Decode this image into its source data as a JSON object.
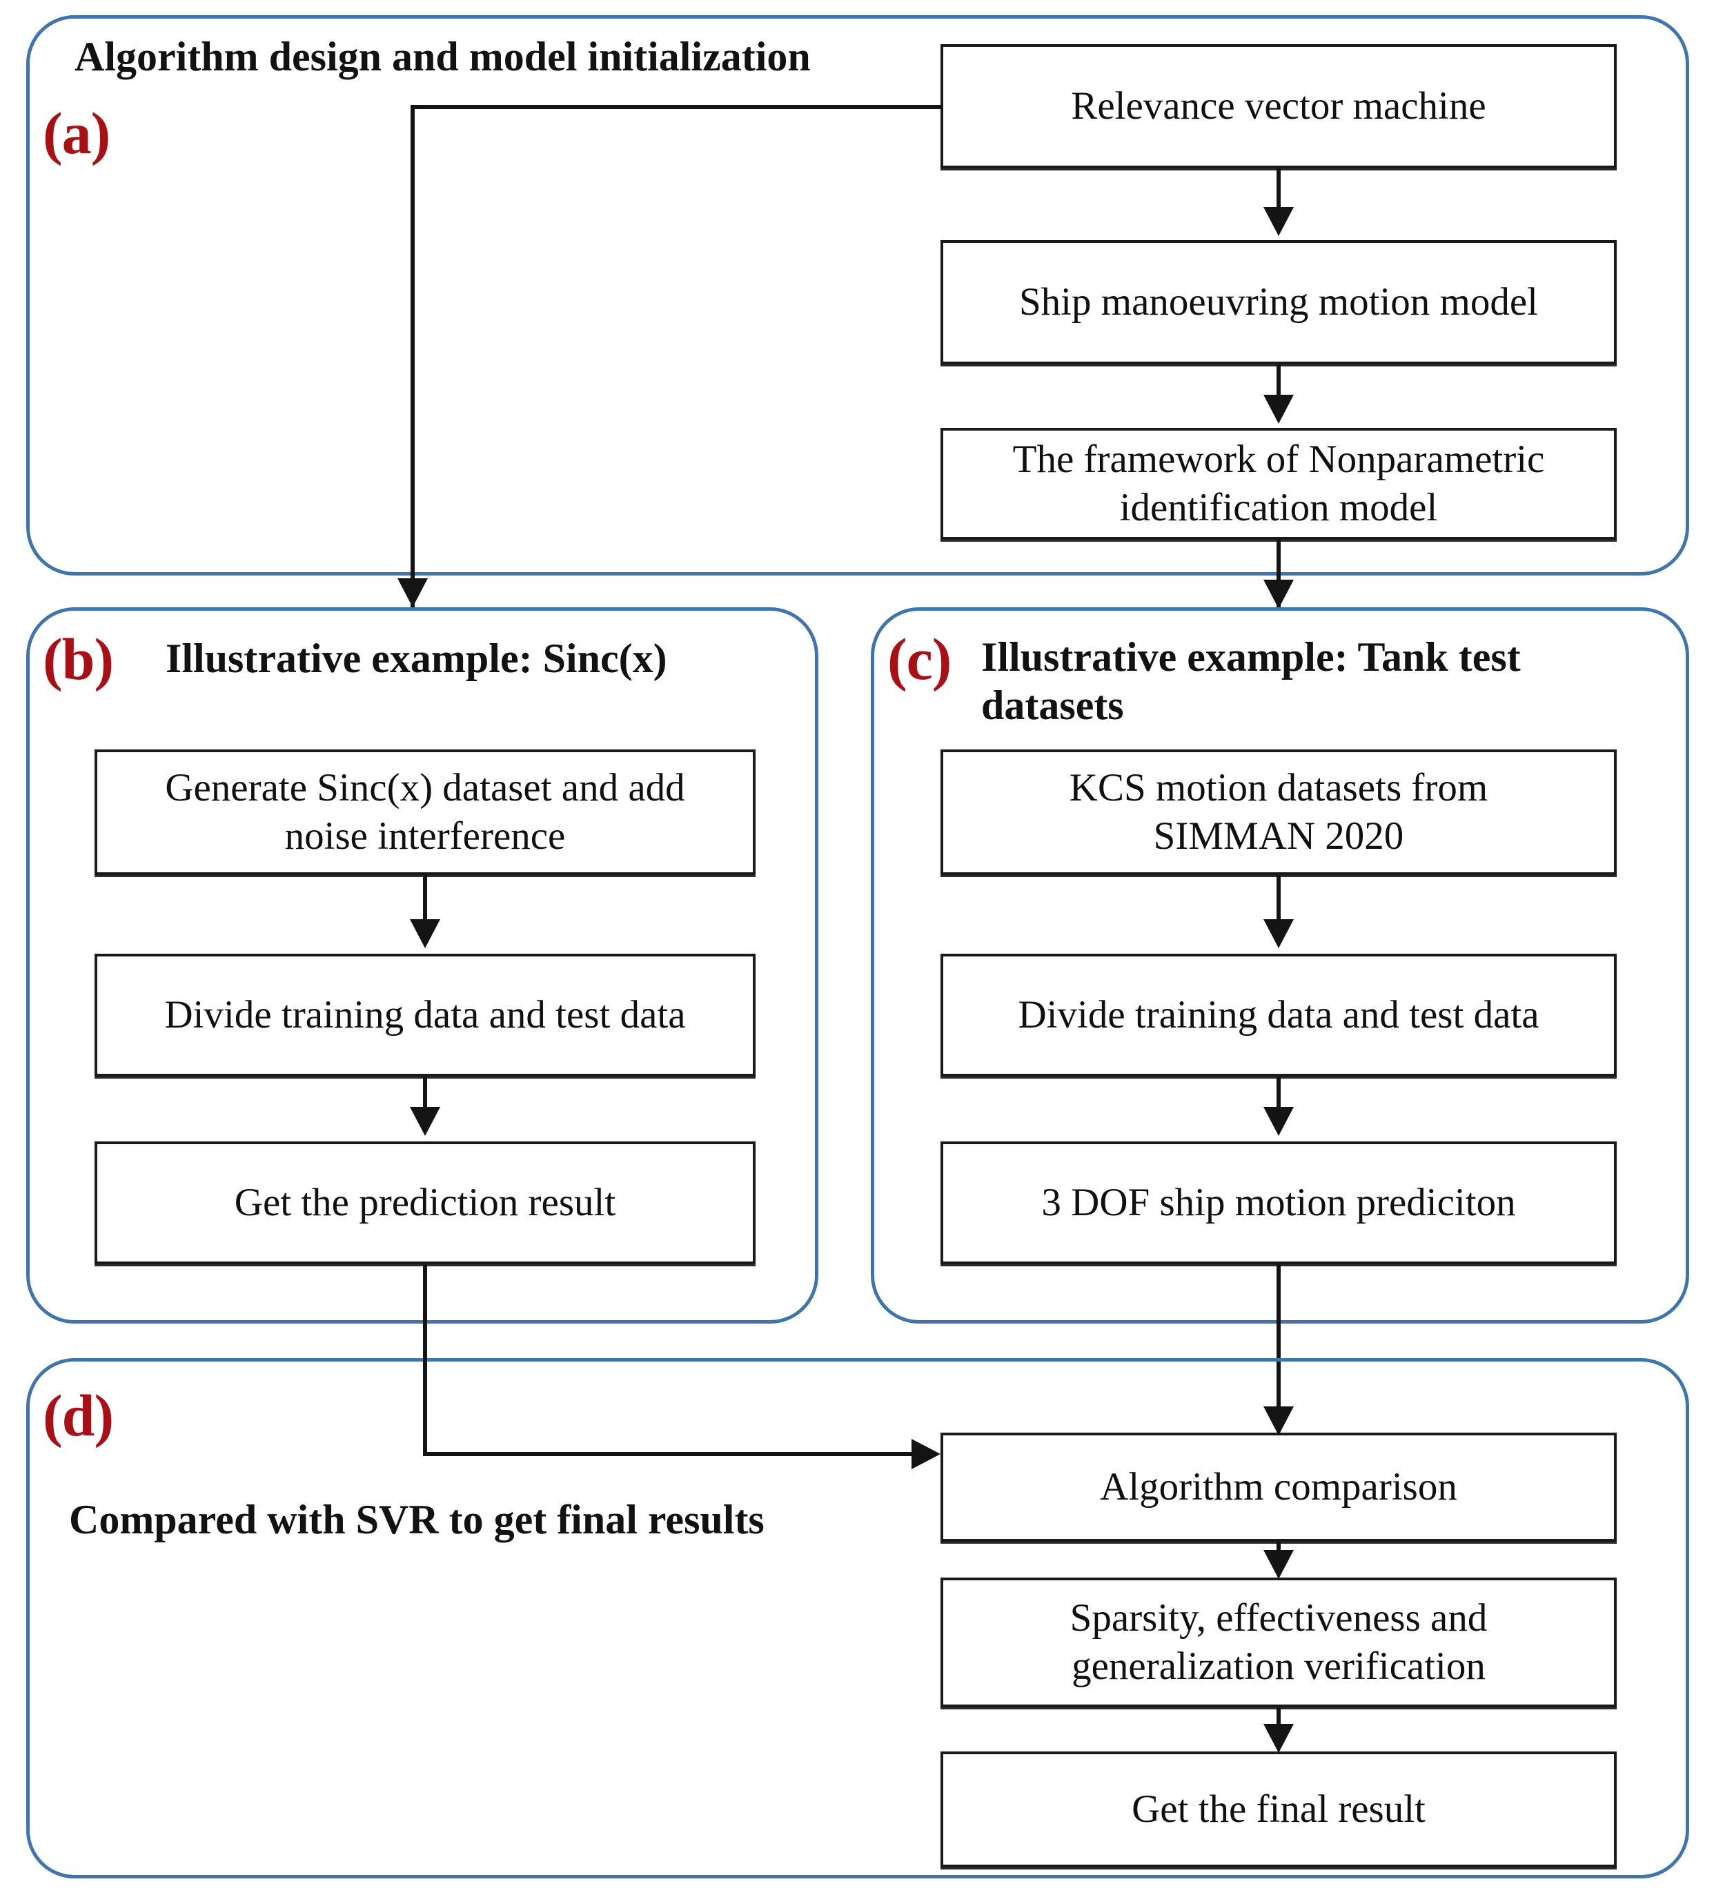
{
  "figure": {
    "type": "flowchart",
    "title": "Research framework flowchart",
    "accent_color": "#3f74ad",
    "label_color": "#a81016",
    "box_border_color": "#1a1a1a"
  },
  "panels": [
    {
      "key": "a",
      "label": "(a)",
      "heading": "Algorithm design and model initialization",
      "boxes": [
        {
          "id": "a1",
          "text": "Relevance vector machine"
        },
        {
          "id": "a2",
          "text": "Ship manoeuvring motion model"
        },
        {
          "id": "a3",
          "text": "The framework of Nonparametric\nidentification model"
        }
      ]
    },
    {
      "key": "b",
      "label": "(b)",
      "heading": "Illustrative example: Sinc(x)",
      "boxes": [
        {
          "id": "b1",
          "text": "Generate Sinc(x) dataset and add\nnoise interference"
        },
        {
          "id": "b2",
          "text": "Divide training data and test data"
        },
        {
          "id": "b3",
          "text": "Get the prediction result"
        }
      ]
    },
    {
      "key": "c",
      "label": "(c)",
      "heading": "Illustrative example: Tank test\ndatasets",
      "boxes": [
        {
          "id": "c1",
          "text": "KCS motion datasets from\nSIMMAN 2020"
        },
        {
          "id": "c2",
          "text": "Divide training data and test data"
        },
        {
          "id": "c3",
          "text": "3 DOF ship motion prediciton"
        }
      ]
    },
    {
      "key": "d",
      "label": "(d)",
      "heading": "Compared with SVR to get final results",
      "boxes": [
        {
          "id": "d1",
          "text": "Algorithm comparison"
        },
        {
          "id": "d2",
          "text": "Sparsity, effectiveness and\ngeneralization verification"
        },
        {
          "id": "d3",
          "text": "Get the final result"
        }
      ]
    }
  ],
  "connectors": [
    {
      "id": "a1-to-a2",
      "kind": "arrow-down",
      "from": "a1",
      "to": "a2"
    },
    {
      "id": "a2-to-a3",
      "kind": "arrow-down",
      "from": "a2",
      "to": "a3"
    },
    {
      "id": "a3-to-c",
      "kind": "arrow-down",
      "from": "a3",
      "to": "c1-panel"
    },
    {
      "id": "a1-to-b",
      "kind": "elbow-down",
      "from": "a1",
      "to": "b-panel"
    },
    {
      "id": "b1-to-b2",
      "kind": "arrow-down",
      "from": "b1",
      "to": "b2"
    },
    {
      "id": "b2-to-b3",
      "kind": "arrow-down",
      "from": "b2",
      "to": "b3"
    },
    {
      "id": "c1-to-c2",
      "kind": "arrow-down",
      "from": "c1",
      "to": "c2"
    },
    {
      "id": "c2-to-c3",
      "kind": "arrow-down",
      "from": "c2",
      "to": "c3"
    },
    {
      "id": "b3-to-d1",
      "kind": "elbow-right",
      "from": "b3",
      "to": "d1"
    },
    {
      "id": "c3-to-d1",
      "kind": "arrow-down",
      "from": "c3",
      "to": "d1"
    },
    {
      "id": "d1-to-d2",
      "kind": "arrow-down",
      "from": "d1",
      "to": "d2"
    },
    {
      "id": "d2-to-d3",
      "kind": "arrow-down",
      "from": "d2",
      "to": "d3"
    }
  ]
}
